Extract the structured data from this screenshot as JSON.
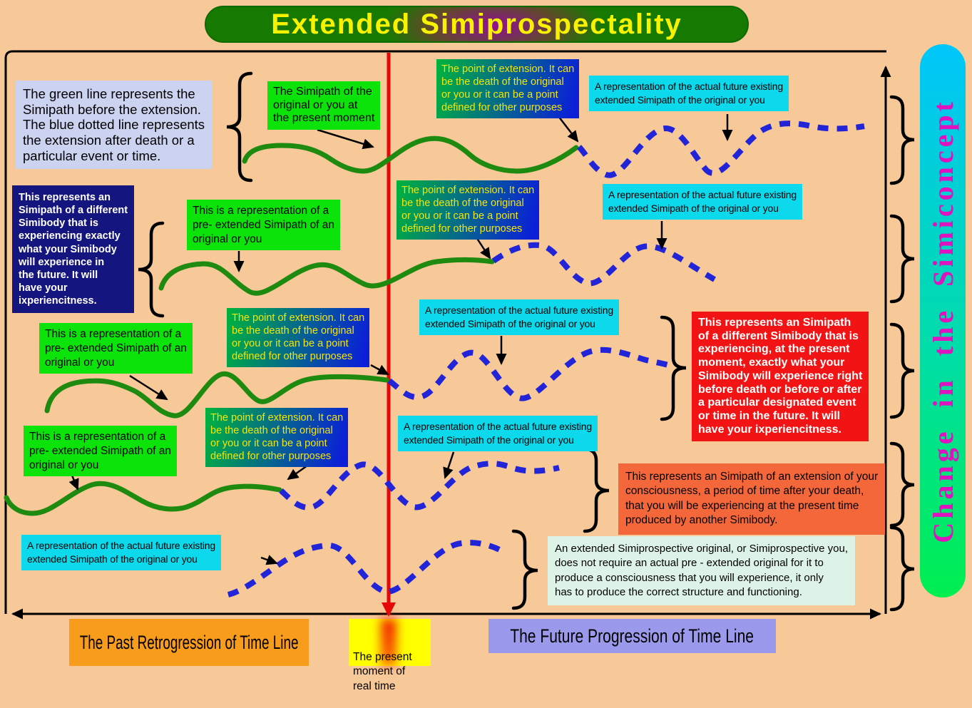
{
  "title": "Extended Simiprospectality",
  "side_banner": "Change in the Simiconcept",
  "legend": "The green line represents the\nSimipath before the extension.\nThe blue dotted line represents\nthe extension after death or a\nparticular event or time.",
  "labels": {
    "simipath_present": "The Simipath of the\noriginal or you at\nthe present moment",
    "point_of_extension": "The point of extension. It can\nbe the death of the original\nor you or it can be a point\ndefined for other purposes",
    "future_extended": "A representation of the actual future existing\nextended Simipath of the original or you",
    "pre_extended": "This is a representation of a\npre- extended Simipath of an\noriginal or you",
    "different_simibody_future": "This represents an\nSimipath of a different\nSimibody that is\nexperiencing exactly\nwhat your Simibody\nwill experience in\nthe future. It will\nhave your\nixperiencitness.",
    "different_simibody_present": "This represents an Simipath\nof a different Simibody that is\nexperiencing, at the present\nmoment, exactly what your\nSimibody will experience right\nbefore death or before or after\na particular designated event\nor time in the future. It will\nhave your ixperiencitness.",
    "extension_of_consciousness": "This represents an Simipath of an extension of your\nconsciousness, a period of time after your death,\nthat you will be experiencing at the present time\nproduced by another Simibody.",
    "no_pre_extended_required": "An extended Simiprospective original, or Simiprospective you,\ndoes not require an actual pre - extended original for it to\nproduce a consciousness that you will experience, it only\nhas to produce the correct structure and functioning."
  },
  "timeline": {
    "past": "The Past Retrogression of Time Line",
    "present": "The present\nmoment of\nreal time",
    "future": "The Future Progression of Time Line"
  },
  "colors": {
    "background": "#f8c998",
    "simipath_line": "#1e8a10",
    "extension_line": "#2224d8",
    "present_moment_line": "#e60808",
    "title_text": "#f8f100",
    "banner_text": "#e011be",
    "past_label_bg": "#f89c1c",
    "present_label_bg": "#ffff00",
    "future_label_bg": "#9a99ec"
  }
}
